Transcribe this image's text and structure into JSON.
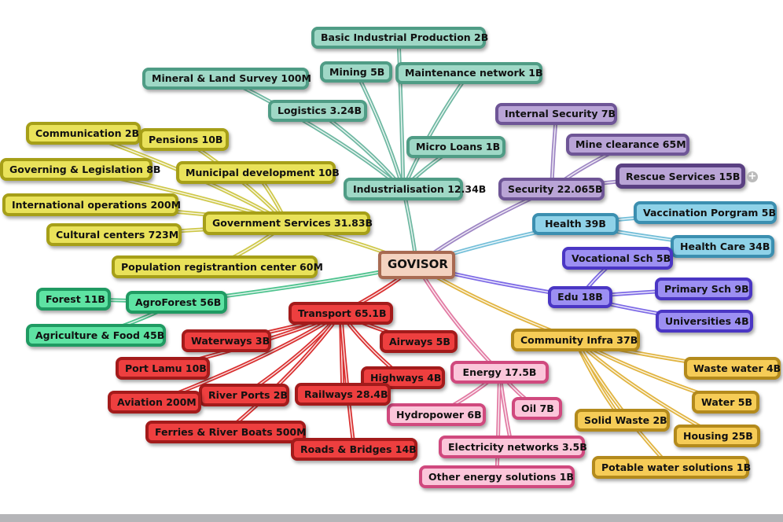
{
  "root": {
    "id": "root",
    "label": "GOVISOR",
    "fill": "#f4d2c0",
    "border": "#a86a52"
  },
  "branches": [
    {
      "id": "ind",
      "label": "Industrialisation 12.34B",
      "fill": "#9fd8c6",
      "border": "#4f9c85",
      "color": "#6fb8a2",
      "children": [
        {
          "id": "ind-basic",
          "label": "Basic Industrial Production 2B"
        },
        {
          "id": "ind-mining",
          "label": "Mining 5B"
        },
        {
          "id": "ind-maint",
          "label": "Maintenance network 1B"
        },
        {
          "id": "ind-mineral",
          "label": "Mineral & Land Survey 100M"
        },
        {
          "id": "ind-log",
          "label": "Logistics 3.24B"
        },
        {
          "id": "ind-micro",
          "label": "Micro Loans 1B"
        }
      ]
    },
    {
      "id": "sec",
      "label": "Security 22.065B",
      "fill": "#b9a4d6",
      "border": "#6e5596",
      "color": "#9e86c4",
      "children": [
        {
          "id": "sec-int",
          "label": "Internal Security 7B"
        },
        {
          "id": "sec-mine",
          "label": "Mine clearance 65M"
        },
        {
          "id": "sec-rescue",
          "label": "Rescue Services 15B"
        }
      ]
    },
    {
      "id": "health",
      "label": "Health 39B",
      "fill": "#8fd2e8",
      "border": "#3b8fb0",
      "color": "#74bfd9",
      "children": [
        {
          "id": "health-vac",
          "label": "Vaccination Porgram 5B"
        },
        {
          "id": "health-care",
          "label": "Health Care 34B"
        }
      ]
    },
    {
      "id": "edu",
      "label": "Edu 18B",
      "fill": "#9c8ff2",
      "border": "#4a36c4",
      "color": "#7d6ae6",
      "children": [
        {
          "id": "edu-voc",
          "label": "Vocational Sch 5B"
        },
        {
          "id": "edu-pri",
          "label": "Primary Sch 9B"
        },
        {
          "id": "edu-uni",
          "label": "Universities 4B"
        }
      ]
    },
    {
      "id": "comm",
      "label": "Community Infra 37B",
      "fill": "#f6cc57",
      "border": "#b38a1c",
      "color": "#e1b440",
      "children": [
        {
          "id": "comm-waste",
          "label": "Waste water 4B"
        },
        {
          "id": "comm-water",
          "label": "Water 5B"
        },
        {
          "id": "comm-solid",
          "label": "Solid Waste 2B"
        },
        {
          "id": "comm-house",
          "label": "Housing 25B"
        },
        {
          "id": "comm-pot",
          "label": "Potable water solutions 1B"
        }
      ]
    },
    {
      "id": "energy",
      "label": "Energy 17.5B",
      "fill": "#fbc6da",
      "border": "#d0497e",
      "color": "#e27aa3",
      "children": [
        {
          "id": "en-hydro",
          "label": "Hydropower 6B"
        },
        {
          "id": "en-oil",
          "label": "Oil 7B"
        },
        {
          "id": "en-elec",
          "label": "Electricity networks 3.5B"
        },
        {
          "id": "en-other",
          "label": "Other energy solutions 1B"
        }
      ]
    },
    {
      "id": "trans",
      "label": "Transport 65.1B",
      "fill": "#ee3f3f",
      "border": "#a31b1b",
      "color": "#d93030",
      "children": [
        {
          "id": "tr-water",
          "label": "Waterways 3B"
        },
        {
          "id": "tr-air",
          "label": "Airways 5B"
        },
        {
          "id": "tr-lamu",
          "label": "Port Lamu 10B"
        },
        {
          "id": "tr-high",
          "label": "Highways 4B"
        },
        {
          "id": "tr-river",
          "label": "River Ports 2B"
        },
        {
          "id": "tr-rail",
          "label": "Railways 28.4B"
        },
        {
          "id": "tr-avi",
          "label": "Aviation 200M"
        },
        {
          "id": "tr-ferry",
          "label": "Ferries & River Boats 500M"
        },
        {
          "id": "tr-roads",
          "label": "Roads & Bridges 14B"
        }
      ]
    },
    {
      "id": "agro",
      "label": "AgroForest 56B",
      "fill": "#5ee3a3",
      "border": "#1f9a62",
      "color": "#4fc38f",
      "children": [
        {
          "id": "agro-forest",
          "label": "Forest 11B"
        },
        {
          "id": "agro-agri",
          "label": "Agriculture & Food 45B"
        }
      ]
    },
    {
      "id": "gov",
      "label": "Government Services 31.83B",
      "fill": "#e9e25a",
      "border": "#a69f18",
      "color": "#cfc84a",
      "children": [
        {
          "id": "gov-comm",
          "label": "Communication 2B"
        },
        {
          "id": "gov-pen",
          "label": "Pensions 10B"
        },
        {
          "id": "gov-govleg",
          "label": "Governing & Legislation 8B"
        },
        {
          "id": "gov-muni",
          "label": "Municipal development 10B"
        },
        {
          "id": "gov-intl",
          "label": "International operations 200M"
        },
        {
          "id": "gov-cult",
          "label": "Cultural centers 723M"
        },
        {
          "id": "gov-pop",
          "label": "Population registrantion center 60M"
        }
      ]
    }
  ],
  "expander": {
    "symbol": "+"
  }
}
